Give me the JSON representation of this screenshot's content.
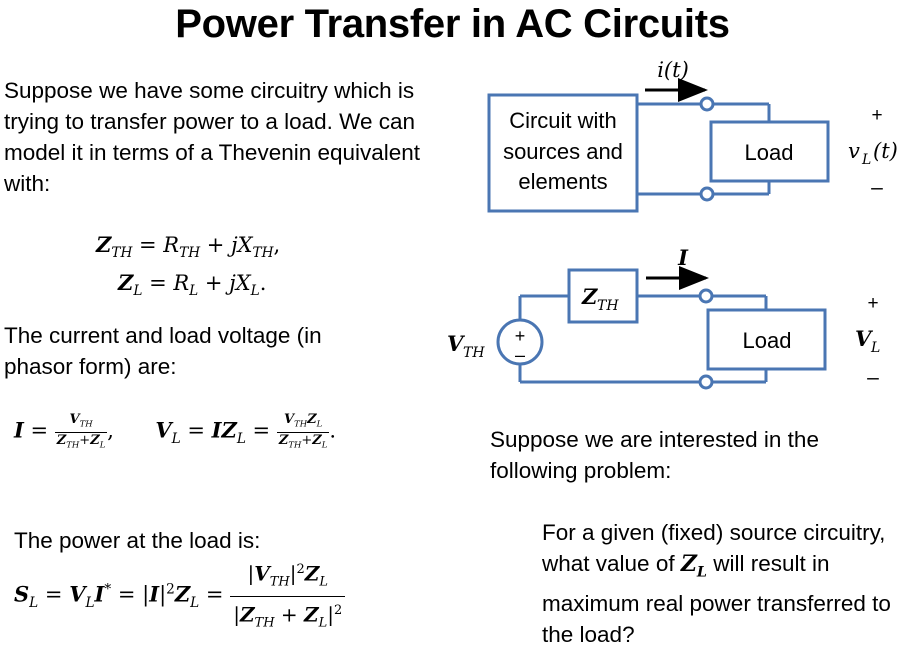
{
  "slide": {
    "title": "Power Transfer in AC Circuits",
    "intro": "Suppose we have some circuitry which is trying to transfer power to a load.  We can model it in terms of a Thevenin equivalent with:",
    "phasor_text": "The current and load voltage (in phasor form) are:",
    "power_text": "The power at the load is:",
    "problem_text": "Suppose we are interested in the following problem:",
    "question_before": "For a given (fixed) source circuitry, what value of ",
    "question_after": " will result in maximum real power transferred to the load?"
  },
  "circuit_top": {
    "current_label": "i(t)",
    "box_label_lines": [
      "Circuit with",
      "sources and",
      "elements"
    ],
    "load_label": "Load",
    "voltage_label": "v",
    "voltage_sub": "L",
    "voltage_arg": "(t)",
    "plus": "+",
    "minus": "–"
  },
  "circuit_bottom": {
    "current_label": "I",
    "source_label": "V",
    "source_sub": "TH",
    "impedance_label": "Z",
    "impedance_sub": "TH",
    "load_label": "Load",
    "voltage_label": "V",
    "voltage_sub": "L",
    "plus": "+",
    "minus": "–",
    "source_plus": "+",
    "source_minus": "–"
  },
  "colors": {
    "wire": "#4a76b3",
    "text": "#000000",
    "background": "#ffffff"
  }
}
